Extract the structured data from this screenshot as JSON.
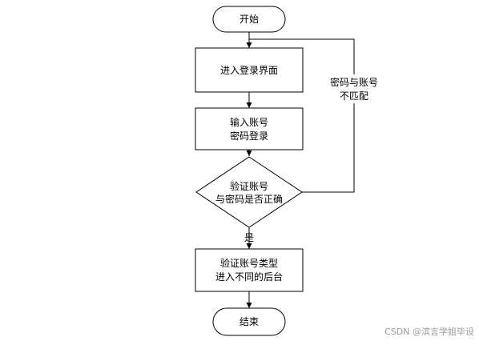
{
  "flowchart": {
    "start": "开始",
    "enter_login": "进入登录界面",
    "input_line1": "输入账号",
    "input_line2": "密码登录",
    "verify_line1": "验证账号",
    "verify_line2": "与密码是否正确",
    "yes_label": "是",
    "mismatch_line1": "密码与账号",
    "mismatch_line2": "不匹配",
    "route_line1": "验证账号类型",
    "route_line2": "进入不同的后台",
    "end": "结束"
  },
  "watermark": "CSDN @滨言学姐毕设"
}
